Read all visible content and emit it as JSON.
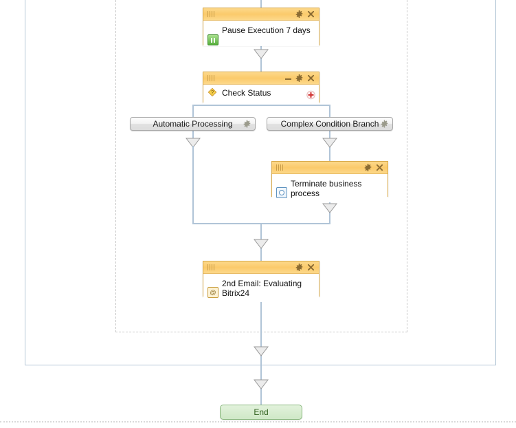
{
  "diagram": {
    "type": "business-process-designer-canvas",
    "nodes": [
      {
        "id": "pause-execution",
        "title": "Pause Execution 7 days",
        "icon": "pause-icon",
        "header_icons": [
          "gear-icon",
          "close-icon"
        ]
      },
      {
        "id": "check-status",
        "title": "Check Status",
        "icon": "condition-diamond-icon",
        "header_icons": [
          "minimize-icon",
          "gear-icon",
          "close-icon"
        ],
        "add_button": "add-branch-button"
      },
      {
        "id": "terminate-business-process",
        "title": "Terminate business process",
        "icon": "stop-process-icon",
        "header_icons": [
          "gear-icon",
          "close-icon"
        ]
      },
      {
        "id": "second-email",
        "title": "2nd Email: Evaluating Bitrix24",
        "icon": "email-icon",
        "header_icons": [
          "gear-icon",
          "close-icon"
        ]
      }
    ],
    "branches": [
      {
        "id": "automatic-processing",
        "label": "Automatic Processing",
        "icon": "gear-icon"
      },
      {
        "id": "complex-condition-branch",
        "label": "Complex Condition Branch",
        "icon": "gear-icon"
      }
    ],
    "terminator": {
      "label": "End"
    },
    "colors": {
      "node_header_start": "#fcd98c",
      "node_header_end": "#fcd88a",
      "node_border": "#d8a94a",
      "connector_line": "#b0c4d7",
      "outer_container_border": "#b3c6d6",
      "dashed_container_border": "#c8c8c8",
      "end_button_bg": "#cfe8c6",
      "end_button_text": "#31611f",
      "add_button": "#d03434"
    }
  }
}
